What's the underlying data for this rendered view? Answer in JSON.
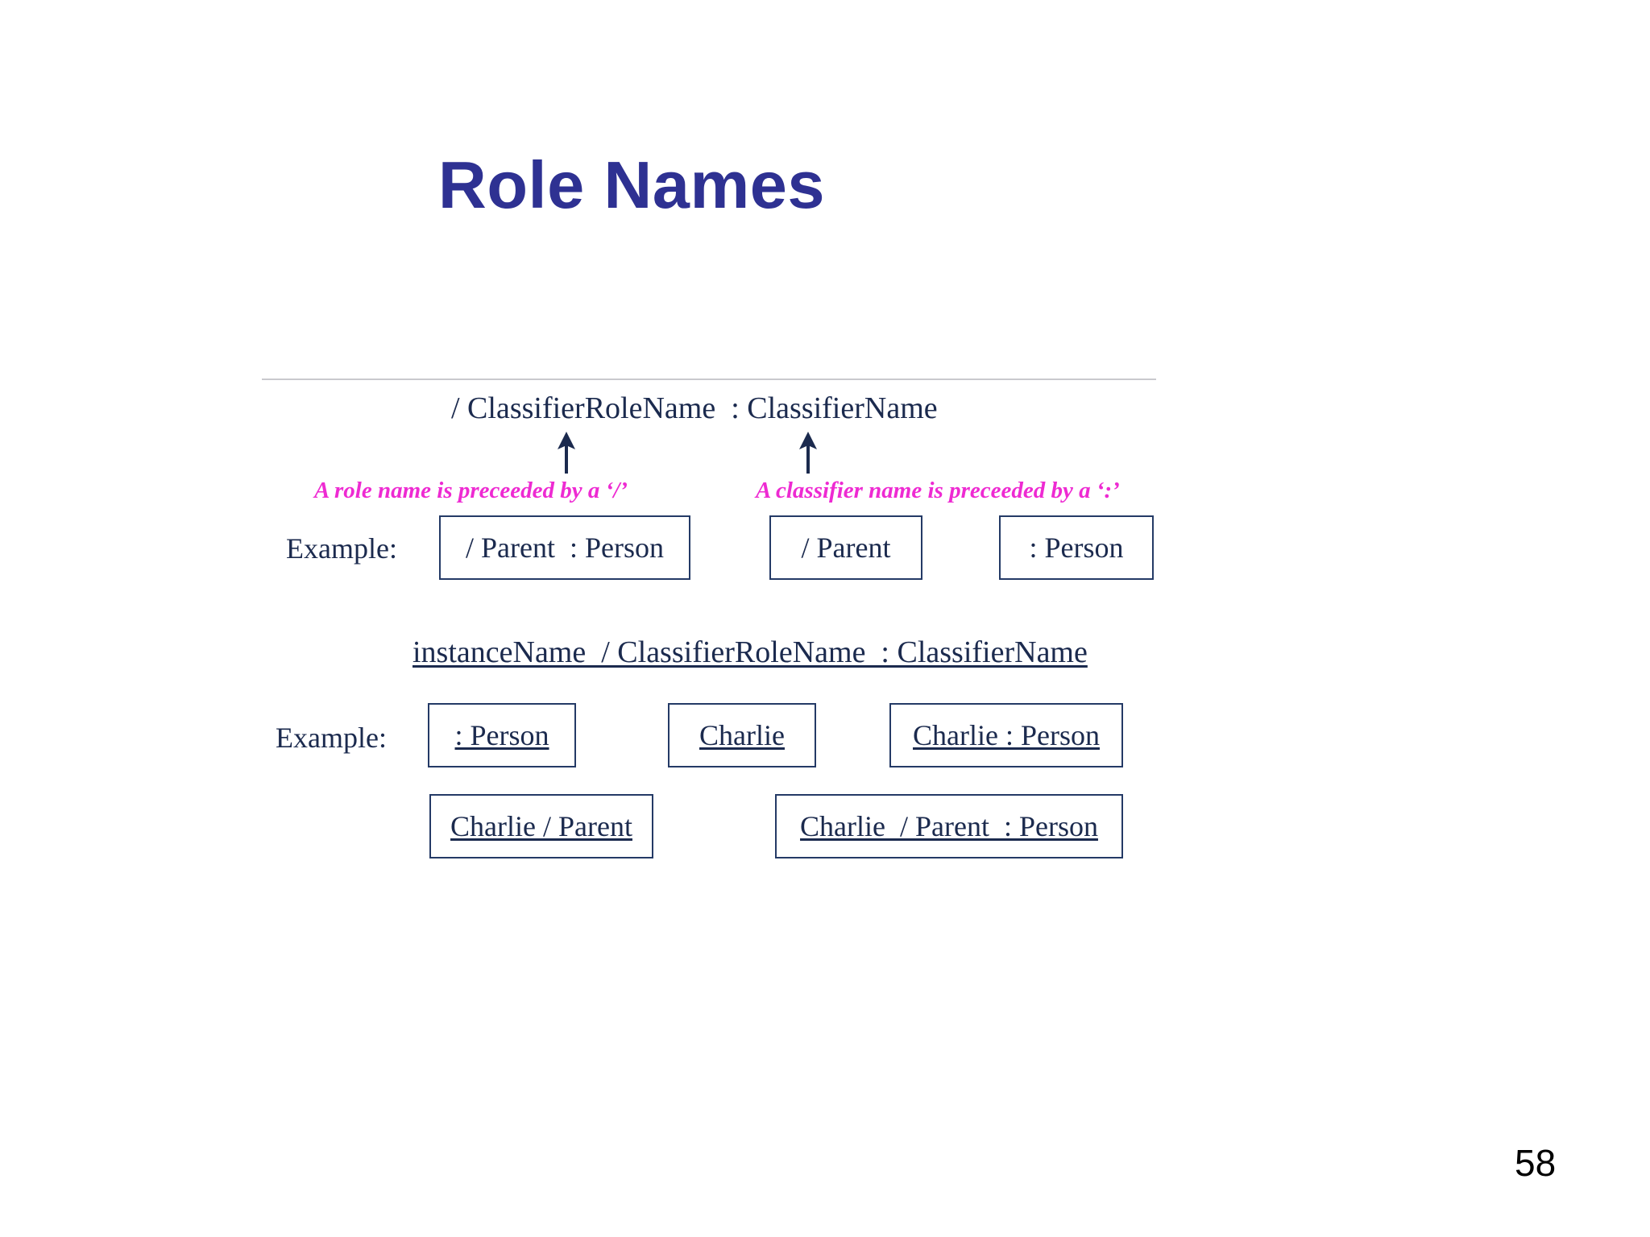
{
  "slide": {
    "title": "Role Names",
    "page_number": "58",
    "accent_color": "#2e3192",
    "diagram_text_color": "#1b2a4e",
    "annotation_color": "#ee2ad2",
    "box_border_color": "#243a66"
  },
  "diagram": {
    "syntax_top": "/ ClassifierRoleName  : ClassifierName",
    "syntax_mid": "instanceName  / ClassifierRoleName  : ClassifierName",
    "annotations": [
      {
        "name": "role-name-note",
        "text": "A role name is preceeded by a ‘/’"
      },
      {
        "name": "classifier-name-note",
        "text": "A classifier name is preceeded by a ‘:’"
      }
    ],
    "arrows": [
      {
        "name": "arrow-to-role-name"
      },
      {
        "name": "arrow-to-classifier-name"
      }
    ],
    "example_rows": [
      {
        "label": "Example:",
        "boxes": [
          {
            "text": "/ Parent  : Person",
            "underlined": false
          },
          {
            "text": "/ Parent",
            "underlined": false
          },
          {
            "text": ": Person",
            "underlined": false
          }
        ]
      },
      {
        "label": "Example:",
        "boxes": [
          {
            "text": ": Person",
            "underlined": true
          },
          {
            "text": "Charlie",
            "underlined": true
          },
          {
            "text": "Charlie : Person",
            "underlined": true
          }
        ]
      },
      {
        "label": "",
        "boxes": [
          {
            "text": "Charlie / Parent",
            "underlined": true
          },
          {
            "text": "Charlie  / Parent  : Person",
            "underlined": true
          }
        ]
      }
    ]
  }
}
